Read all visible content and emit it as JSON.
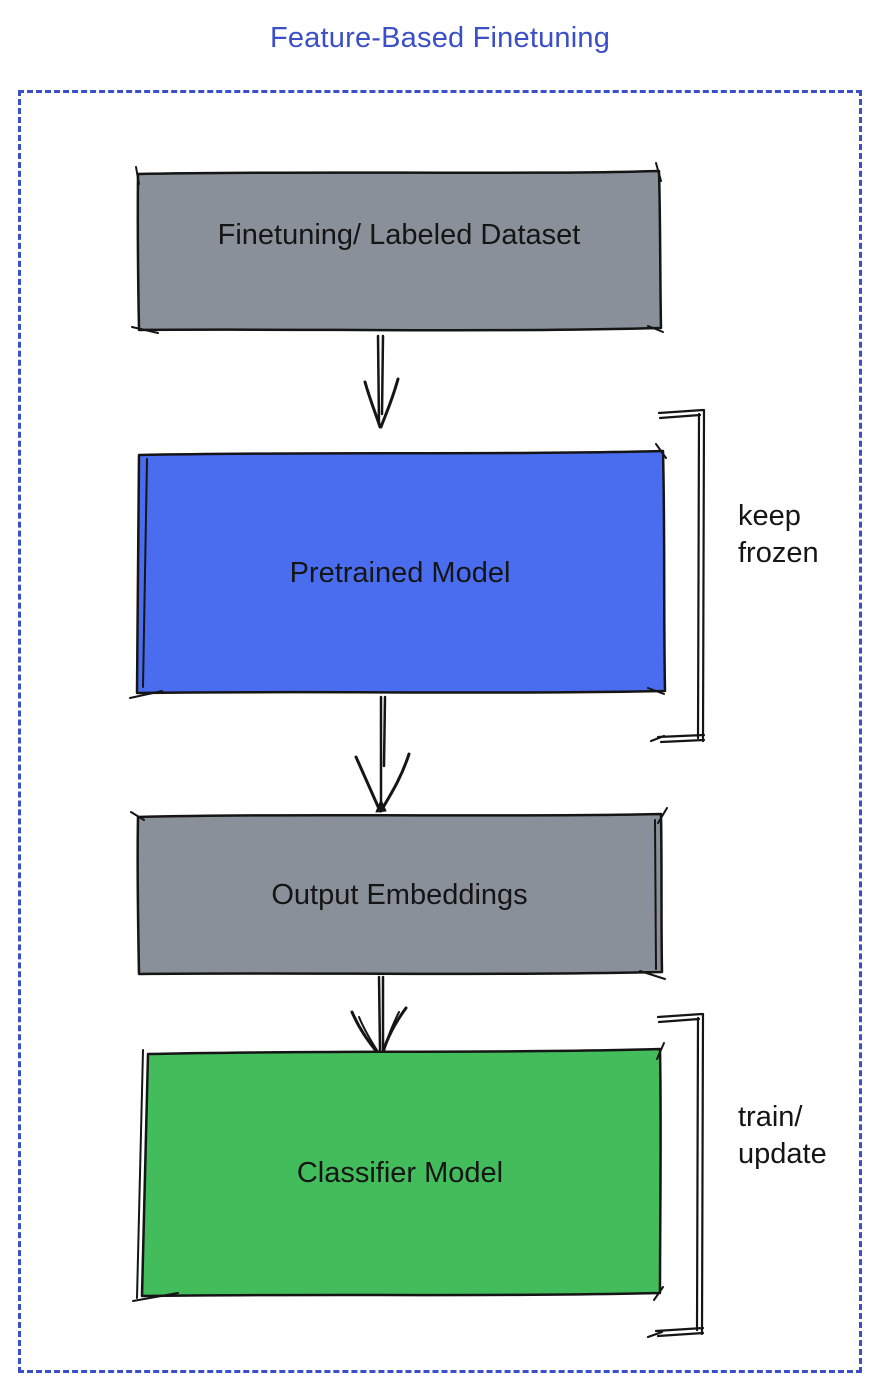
{
  "diagram": {
    "title": "Feature-Based Finetuning",
    "nodes": [
      {
        "id": "finetuning-dataset",
        "label": "Finetuning/ Labeled Dataset",
        "fill": "#8A9099"
      },
      {
        "id": "pretrained-model",
        "label": "Pretrained Model",
        "fill": "#4A6DF0"
      },
      {
        "id": "output-embeddings",
        "label": "Output Embeddings",
        "fill": "#8A9099"
      },
      {
        "id": "classifier-model",
        "label": "Classifier Model",
        "fill": "#43BC5B"
      }
    ],
    "edges": [
      {
        "from": "finetuning-dataset",
        "to": "pretrained-model"
      },
      {
        "from": "pretrained-model",
        "to": "output-embeddings"
      },
      {
        "from": "output-embeddings",
        "to": "classifier-model"
      }
    ],
    "annotations": [
      {
        "target": "pretrained-model",
        "label": "keep\nfrozen"
      },
      {
        "target": "classifier-model",
        "label": "train/\nupdate"
      }
    ],
    "colors": {
      "accent_blue": "#3B4FC8",
      "node_gray": "#8A9099",
      "node_blue": "#4A6DF0",
      "node_green": "#43BC5B",
      "stroke_black": "#151515"
    }
  }
}
